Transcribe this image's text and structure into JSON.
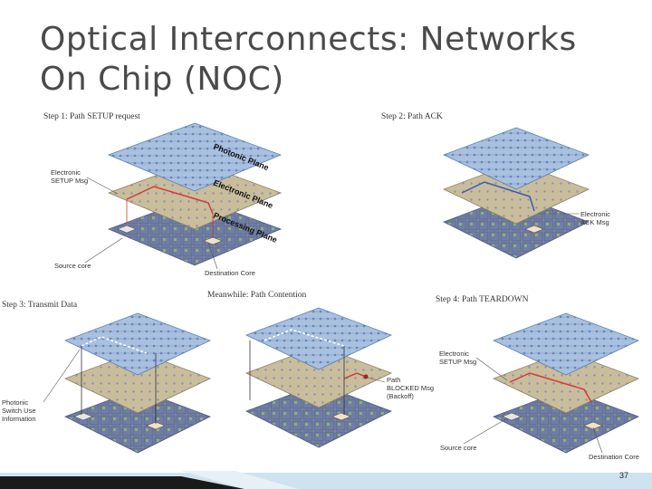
{
  "title_line1": "Optical Interconnects: Networks",
  "title_line2": "On Chip (NOC)",
  "steps": {
    "step1": "Step 1: Path SETUP request",
    "step2": "Step 2: Path ACK",
    "step3": "Step 3: Transmit Data",
    "meanwhile": "Meanwhile: Path Contention",
    "step4": "Step 4: Path TEARDOWN"
  },
  "planes": {
    "photonic": "Photonic Plane",
    "electronic": "Electronic Plane",
    "processing": "Processing Plane"
  },
  "callouts": {
    "s1_electronic_1": "Electronic",
    "s1_electronic_2": "SETUP Msg",
    "s1_source": "Source core",
    "s1_destination": "Destination Core",
    "s2_electronic_1": "Electronic",
    "s2_electronic_2": "ACK Msg",
    "s3_line1": "Photonic",
    "s3_line2": "Switch Use",
    "s3_line3": "Information",
    "mw_line1": "Path",
    "mw_line2": "BLOCKED Msg",
    "mw_line3": "(Backoff)",
    "s4_electronic_1": "Electronic",
    "s4_electronic_2": "SETUP Msg",
    "s4_source": "Source core",
    "s4_destination": "Destination Core"
  },
  "page_number": "37",
  "colors": {
    "photonic": "#a9c0de",
    "electronic": "#c9bd9c",
    "processing": "#8f97b6",
    "path_red": "#d23a3a",
    "path_blue": "#3a5ab8",
    "footer_dark": "#1a1a1a",
    "footer_light": "#cfe2ef"
  }
}
